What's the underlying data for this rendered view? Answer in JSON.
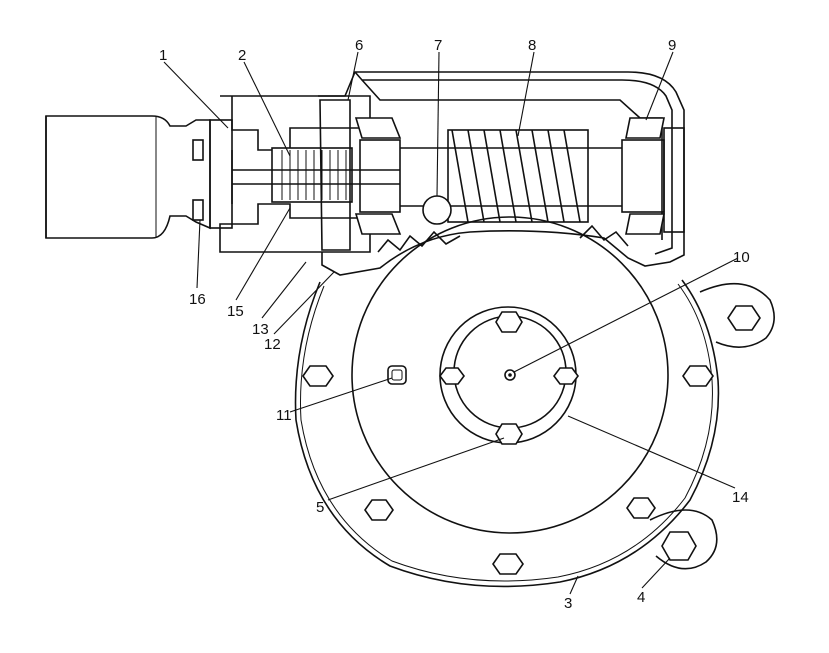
{
  "diagram": {
    "part_labels": [
      "1",
      "2",
      "6",
      "7",
      "8",
      "9",
      "10",
      "16",
      "15",
      "13",
      "12",
      "11",
      "5",
      "14",
      "3",
      "4"
    ]
  }
}
